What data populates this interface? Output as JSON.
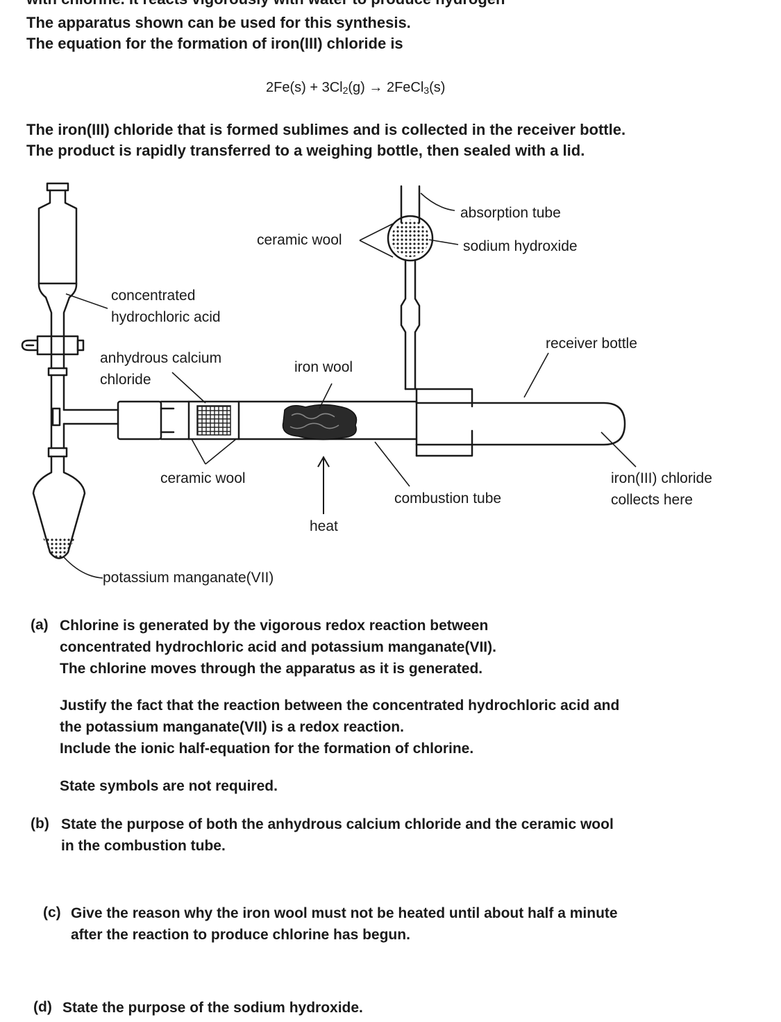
{
  "intro": {
    "line0": "with chlorine. It reacts vigorously with water to produce hydrogen",
    "line1": "The apparatus shown can be used for this synthesis.",
    "line2": "The equation for the formation of iron(III) chloride is",
    "equation": {
      "lhs_a": "2Fe(s)  +  3Cl",
      "sub_a": "2",
      "lhs_b": "(g)  →  2FeCl",
      "sub_b": "3",
      "rhs": "(s)"
    },
    "line3": "The iron(III) chloride that is formed sublimes and is collected in the receiver bottle.",
    "line4": "The product is rapidly transferred to a weighing bottle, then sealed with a lid."
  },
  "labels": {
    "absorption_tube": "absorption tube",
    "sodium_hydroxide": "sodium hydroxide",
    "ceramic_wool_top": "ceramic wool",
    "conc_hcl_1": "concentrated",
    "conc_hcl_2": "hydrochloric acid",
    "cacl2_1": "anhydrous calcium",
    "cacl2_2": "chloride",
    "iron_wool": "iron wool",
    "receiver_bottle": "receiver bottle",
    "ceramic_wool_bottom": "ceramic wool",
    "combustion_tube": "combustion tube",
    "fecl3_1": "iron(III) chloride",
    "fecl3_2": "collects here",
    "heat": "heat",
    "kmno4": "potassium manganate(VII)"
  },
  "questions": {
    "a": {
      "letter": "(a)",
      "l1": "Chlorine is generated by the vigorous redox reaction between",
      "l2": "concentrated hydrochloric acid and potassium manganate(VII).",
      "l3": "The chlorine moves through the apparatus as it is generated.",
      "l4": "Justify the fact that the reaction between the concentrated hydrochloric acid and",
      "l5": "the potassium manganate(VII) is a redox reaction.",
      "l6": "Include the ionic half-equation for the formation of chlorine.",
      "l7": "State symbols are not required."
    },
    "b": {
      "letter": "(b)",
      "l1": "State the purpose of both the anhydrous calcium chloride and the ceramic wool",
      "l2": "in the combustion tube."
    },
    "c": {
      "letter": "(c)",
      "l1": "Give the reason why the iron wool must not be heated until about half a minute",
      "l2": "after the reaction to produce chlorine has begun."
    },
    "d": {
      "letter": "(d)",
      "l1": "State the purpose of the sodium hydroxide."
    }
  }
}
